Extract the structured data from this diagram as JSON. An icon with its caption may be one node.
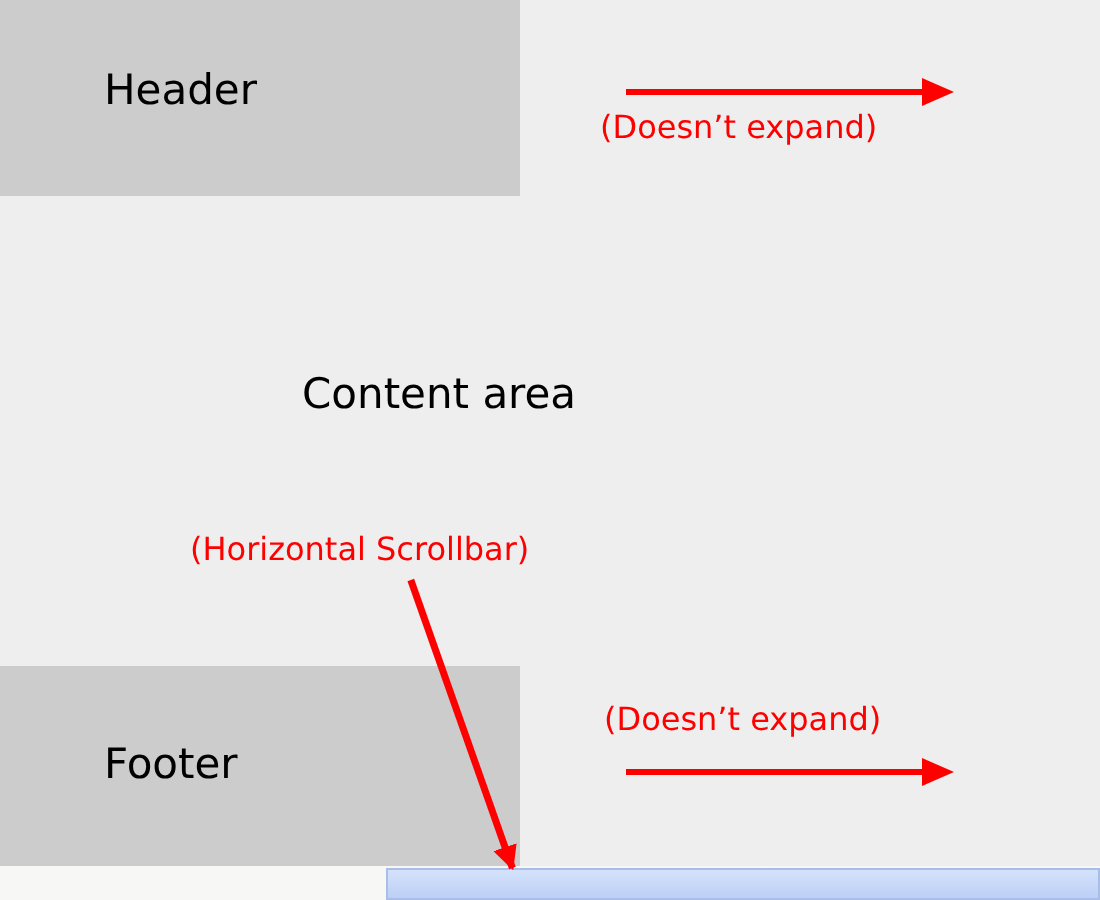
{
  "diagram": {
    "nodes": [
      {
        "text": [
          "Content area"
        ]
      },
      {
        "text": [
          "Header"
        ],
        "in": 0
      },
      {
        "text": [
          "Footer"
        ],
        "in": 0
      },
      {
        "text": [
          "(Horizontal Scrollbar)"
        ],
        "in": 0
      },
      {
        "text": [],
        "shape": "bar"
      }
    ],
    "edges": [
      {
        "from": 3,
        "to": 4,
        "arrow": "to"
      }
    ],
    "labels": [
      "(Doesn’t expand)",
      "(Doesn’t expand)"
    ]
  }
}
